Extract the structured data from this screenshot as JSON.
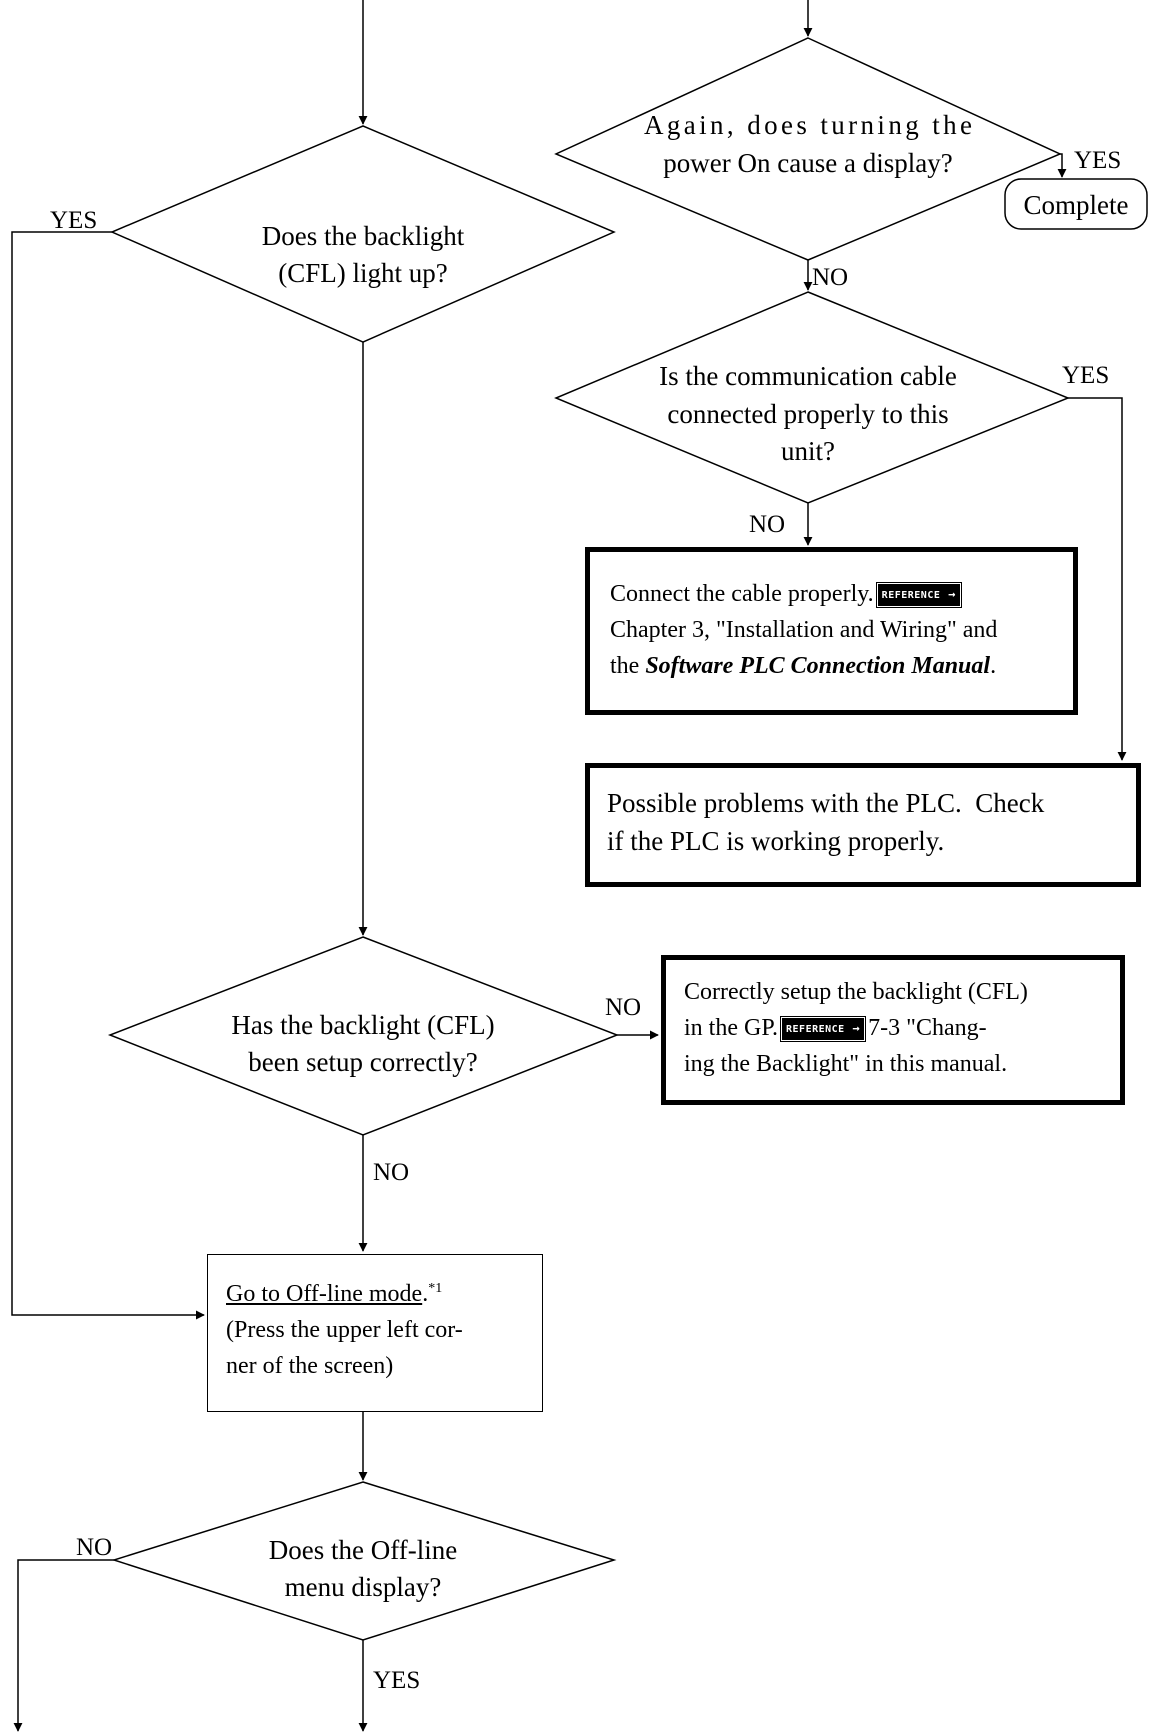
{
  "decisions": {
    "again_power": [
      "Again, does turning the",
      "power On cause a display?"
    ],
    "backlight_lights": [
      "Does the backlight",
      "(CFL) light up?"
    ],
    "comm_cable": [
      "Is the communication cable",
      "connected properly to this",
      "unit?"
    ],
    "backlight_setup": [
      "Has the backlight (CFL)",
      "been setup correctly?"
    ],
    "offline_menu": [
      "Does the Off-line",
      "menu display?"
    ]
  },
  "terminals": {
    "complete": "Complete"
  },
  "edge_labels": {
    "yes": "YES",
    "no": "NO"
  },
  "reference_badge": "REFERENCE",
  "boxes": {
    "connect_cable": {
      "line1": "Connect the cable properly.",
      "line2": "Chapter 3, \"Installation and Wiring\" and",
      "line3_pre": "the ",
      "line3_manual": "Software PLC Connection Manual",
      "line3_post": "."
    },
    "plc_problems": {
      "line1": "Possible problems with the PLC.  Check",
      "line2": "if the PLC is working properly."
    },
    "setup_backlight": {
      "line1": "Correctly setup the backlight (CFL)",
      "line2_pre": "in the GP.",
      "line2_post": "7-3 \"Chang-",
      "line3": "ing the Backlight\" in this manual."
    },
    "offline_mode": {
      "line1": "Go to Off-line mode",
      "line1_tail": ".",
      "footnote": "*1",
      "line2": "(Press the upper left cor-",
      "line3": "ner of the screen)"
    }
  }
}
